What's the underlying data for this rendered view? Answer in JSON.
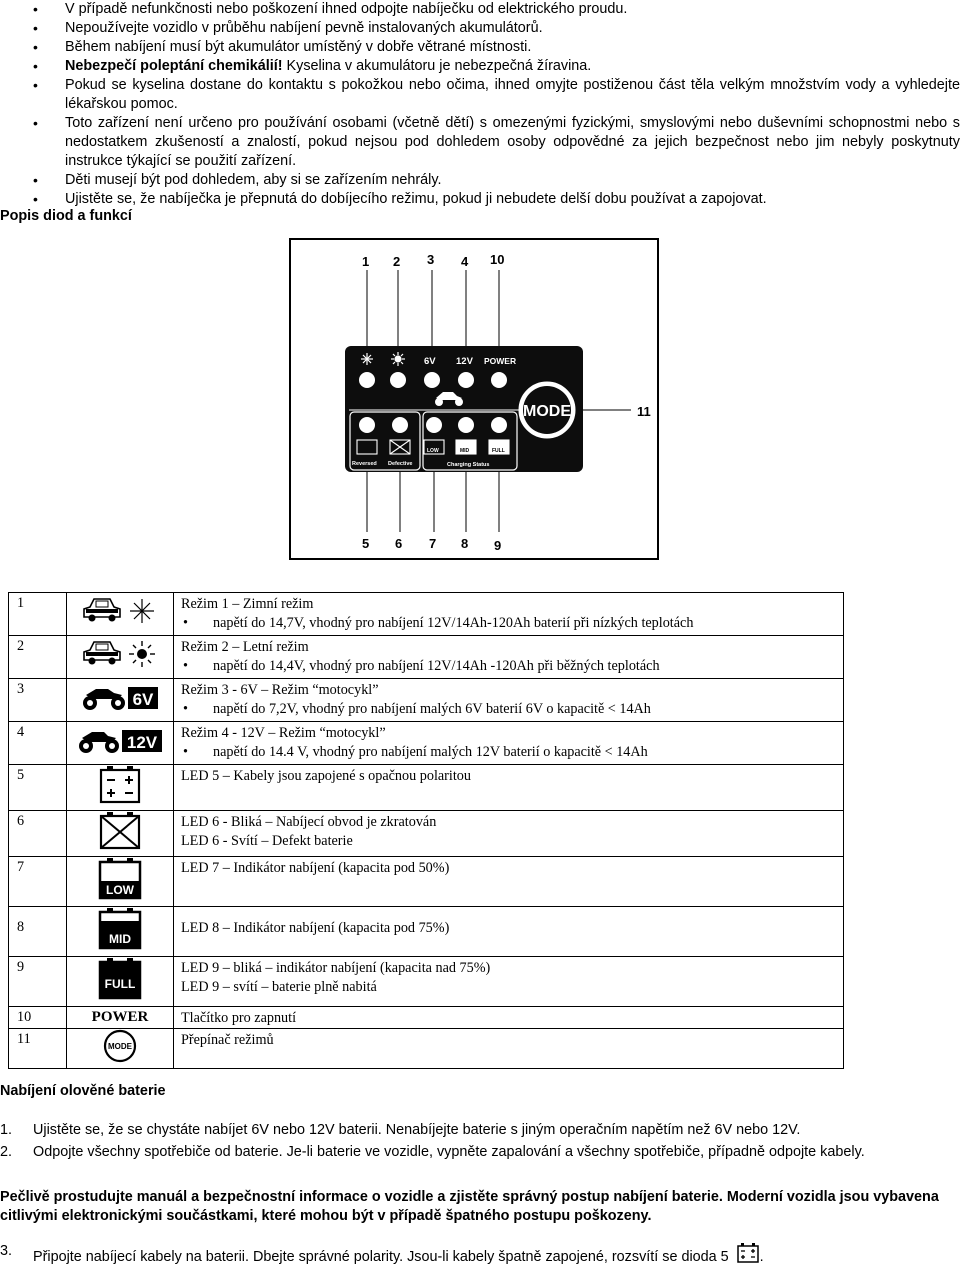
{
  "safety": {
    "bullets": [
      {
        "text": "V případě nefunkčnosti nebo poškození ihned odpojte nabíječku od elektrického proudu."
      },
      {
        "text": "Nepoužívejte vozidlo v průběhu nabíjení pevně instalovaných akumulátorů."
      },
      {
        "text": "Během nabíjení musí být akumulátor umístěný v dobře větrané místnosti."
      },
      {
        "bold": "Nebezpečí poleptání chemikálií!",
        "text": " Kyselina v akumulátoru je nebezpečná žíravina."
      },
      {
        "text": "Pokud se kyselina dostane do kontaktu s pokožkou nebo očima, ihned omyjte postiženou část těla velkým množstvím vody a vyhledejte lékařskou pomoc."
      },
      {
        "text": "Toto zařízení není určeno pro používání osobami (včetně dětí) s omezenými fyzickými, smyslovými nebo duševními schopnostmi nebo s nedostatkem zkušeností a znalostí, pokud nejsou pod dohledem osoby odpovědné za jejich bezpečnost nebo jim nebyly poskytnuty instrukce týkající se použití zařízení."
      },
      {
        "text": "Děti musejí být pod dohledem, aby si se zařízením nehrály."
      },
      {
        "text": "Ujistěte se, že nabíječka je přepnutá do dobíjecího režimu, pokud ji nebudete delší dobu používat a zapojovat."
      }
    ]
  },
  "led_heading": "Popis diod a funkcí",
  "panel": {
    "top_labels": [
      "6V",
      "12V",
      "POWER"
    ],
    "mode_label": "MODE",
    "box_labels": [
      "LOW",
      "MID",
      "FULL"
    ],
    "bottom_labels": [
      "Reversed",
      "Defective",
      "Charging Status"
    ],
    "callouts_top": [
      "1",
      "2",
      "3",
      "4",
      "10"
    ],
    "callout_right": "11",
    "callouts_bottom": [
      "5",
      "6",
      "7",
      "8",
      "9"
    ]
  },
  "table": {
    "rows": [
      {
        "num": "1",
        "icon": "car-snowflake",
        "lines": [
          "Režim 1 – Zimní režim"
        ],
        "sub": [
          "napětí do 14,7V, vhodný pro nabíjení 12V/14Ah-120Ah baterií při nízkých teplotách"
        ]
      },
      {
        "num": "2",
        "icon": "car-sun",
        "lines": [
          "Režim 2 – Letní režim"
        ],
        "sub": [
          "napětí do 14,4V, vhodný pro nabíjení 12V/14Ah -120Ah při běžných teplotách"
        ]
      },
      {
        "num": "3",
        "icon": "motorcycle-6v",
        "icon_label": "6V",
        "lines": [
          "Režim 3 - 6V – Režim “motocykl”"
        ],
        "sub": [
          "napětí do 7,2V, vhodný pro nabíjení malých 6V baterií 6V o kapacitě < 14Ah"
        ]
      },
      {
        "num": "4",
        "icon": "motorcycle-12v",
        "icon_label": "12V",
        "lines": [
          "Režim 4 - 12V – Režim “motocykl”"
        ],
        "sub": [
          "napětí do 14.4 V, vhodný pro nabíjení malých 12V baterií o kapacitě  < 14Ah"
        ]
      },
      {
        "num": "5",
        "icon": "reversed-polarity",
        "lines": [
          "LED 5 – Kabely jsou zapojené s opačnou polaritou"
        ],
        "sub": []
      },
      {
        "num": "6",
        "icon": "defective-battery",
        "lines": [
          "LED 6 - Bliká – Nabíjecí obvod je zkratován",
          "LED 6 - Svítí – Defekt baterie"
        ],
        "sub": []
      },
      {
        "num": "7",
        "icon": "battery-low",
        "icon_label": "LOW",
        "lines": [
          "LED 7 – Indikátor nabíjení (kapacita pod 50%)"
        ],
        "sub": []
      },
      {
        "num": "8",
        "icon": "battery-mid",
        "icon_label": "MID",
        "lines": [
          "LED 8 – Indikátor nabíjení (kapacita pod 75%)"
        ],
        "sub": []
      },
      {
        "num": "9",
        "icon": "battery-full",
        "icon_label": "FULL",
        "lines": [
          "LED 9 – bliká – indikátor nabíjení (kapacita nad 75%)",
          "LED 9 – svítí – baterie plně nabitá"
        ],
        "sub": []
      },
      {
        "num": "10",
        "icon_text": "POWER",
        "lines": [
          "Tlačítko pro zapnutí"
        ],
        "sub": []
      },
      {
        "num": "11",
        "icon": "mode-button",
        "icon_label": "MODE",
        "lines": [
          "Přepínač režimů"
        ],
        "sub": []
      }
    ]
  },
  "charging": {
    "heading": "Nabíjení olověné baterie",
    "steps": [
      {
        "n": "1.",
        "text": "Ujistěte se, že se chystáte nabíjet 6V nebo 12V baterii. Nenabíjejte baterie s jiným operačním napětím než 6V nebo 12V."
      },
      {
        "n": "2.",
        "text": "Odpojte všechny spotřebiče od baterie. Je-li baterie ve vozidle, vypněte zapalování a všechny spotřebiče, případně odpojte kabely."
      }
    ],
    "warning": "Pečlivě prostudujte manuál a bezpečnostní informace o vozidle a zjistěte správný postup nabíjení baterie. Moderní vozidla jsou vybavena citlivými elektronickými součástkami, které mohou být v případě špatného postupu poškozeny.",
    "step3": {
      "n": "3.",
      "text": "Připojte nabíjecí kabely na baterii. Dbejte správné polarity. Jsou-li kabely špatně zapojené, rozsvítí se dioda 5",
      "end": "."
    }
  }
}
